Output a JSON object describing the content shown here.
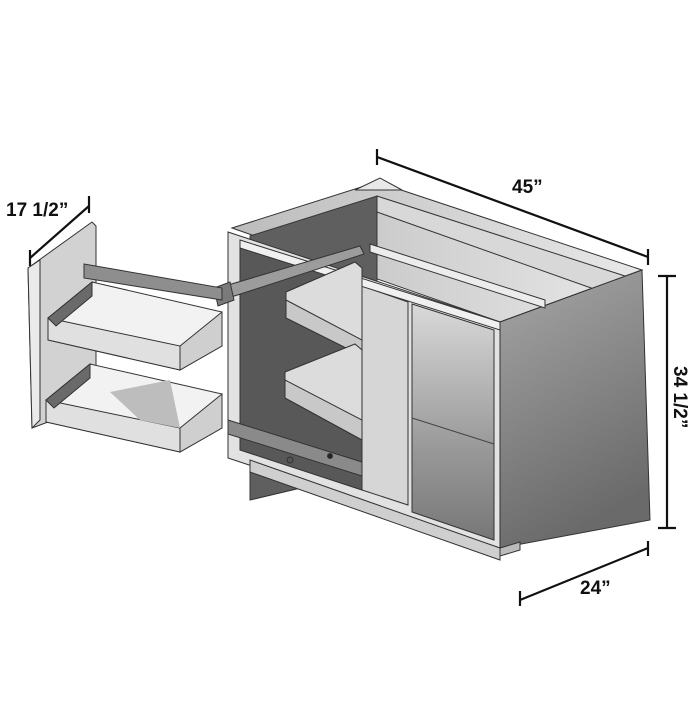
{
  "diagram": {
    "subject": "Blind corner base cabinet with pull-out swing-out shelving unit",
    "dimensions": {
      "width": "45”",
      "height": "34 1/2”",
      "depth": "24”",
      "pullout_depth": "17 1/2”"
    },
    "colors": {
      "background": "#ffffff",
      "line": "#111111",
      "light_panel": "#e6e6e6",
      "mid_panel": "#bdbdbd",
      "dark_interior": "#5a5a5a",
      "side_gradient_top": "#9a9a9a",
      "side_gradient_bottom": "#6e6e6e"
    }
  }
}
